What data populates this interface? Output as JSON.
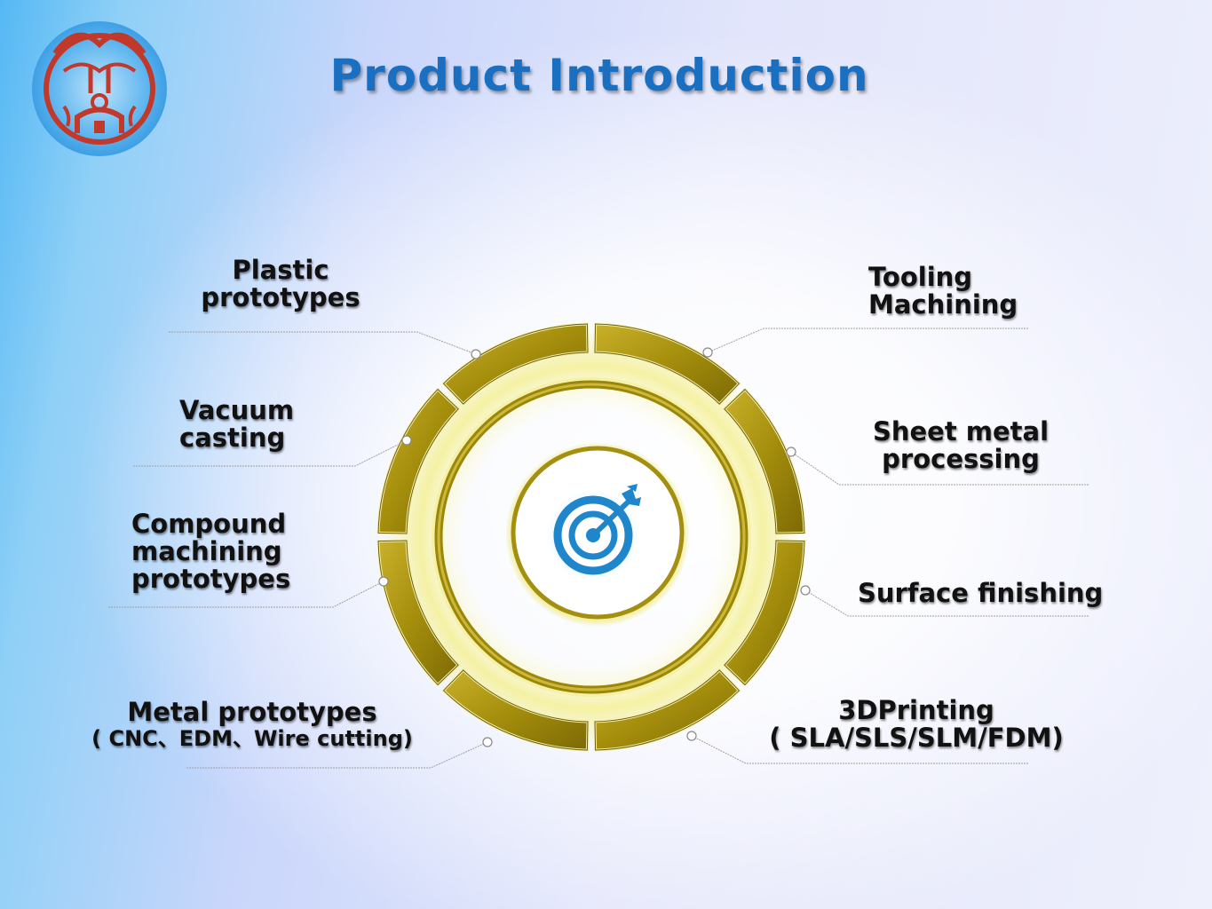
{
  "title": "Product Introduction",
  "logo": {
    "icon": "company-logo-emblem",
    "colors": {
      "ring": "#3aa0e8",
      "emblem": "#c0392b"
    }
  },
  "center_icon": "target-dart-icon",
  "colors": {
    "title": "#1b6fc1",
    "ring_gold": "#b09a10",
    "ring_gold_dark": "#6e5f05",
    "ring_glow": "#f5f2a0",
    "target_blue": "#1f86cc",
    "connector": "#9a9a9a"
  },
  "items": {
    "plastic": {
      "lines": [
        "Plastic",
        "prototypes"
      ]
    },
    "vacuum": {
      "lines": [
        "Vacuum",
        "casting"
      ]
    },
    "compound": {
      "lines": [
        "Compound",
        "machining",
        "prototypes"
      ]
    },
    "metal": {
      "line1": "Metal prototypes",
      "line2": "( CNC、EDM、Wire cutting)"
    },
    "tooling": {
      "lines": [
        "Tooling",
        "Machining"
      ]
    },
    "sheet": {
      "lines": [
        "Sheet metal",
        "processing"
      ]
    },
    "surface": {
      "lines": [
        "Surface finishing"
      ]
    },
    "printing": {
      "line1": "3DPrinting",
      "line2": "( SLA/SLS/SLM/FDM)"
    }
  }
}
